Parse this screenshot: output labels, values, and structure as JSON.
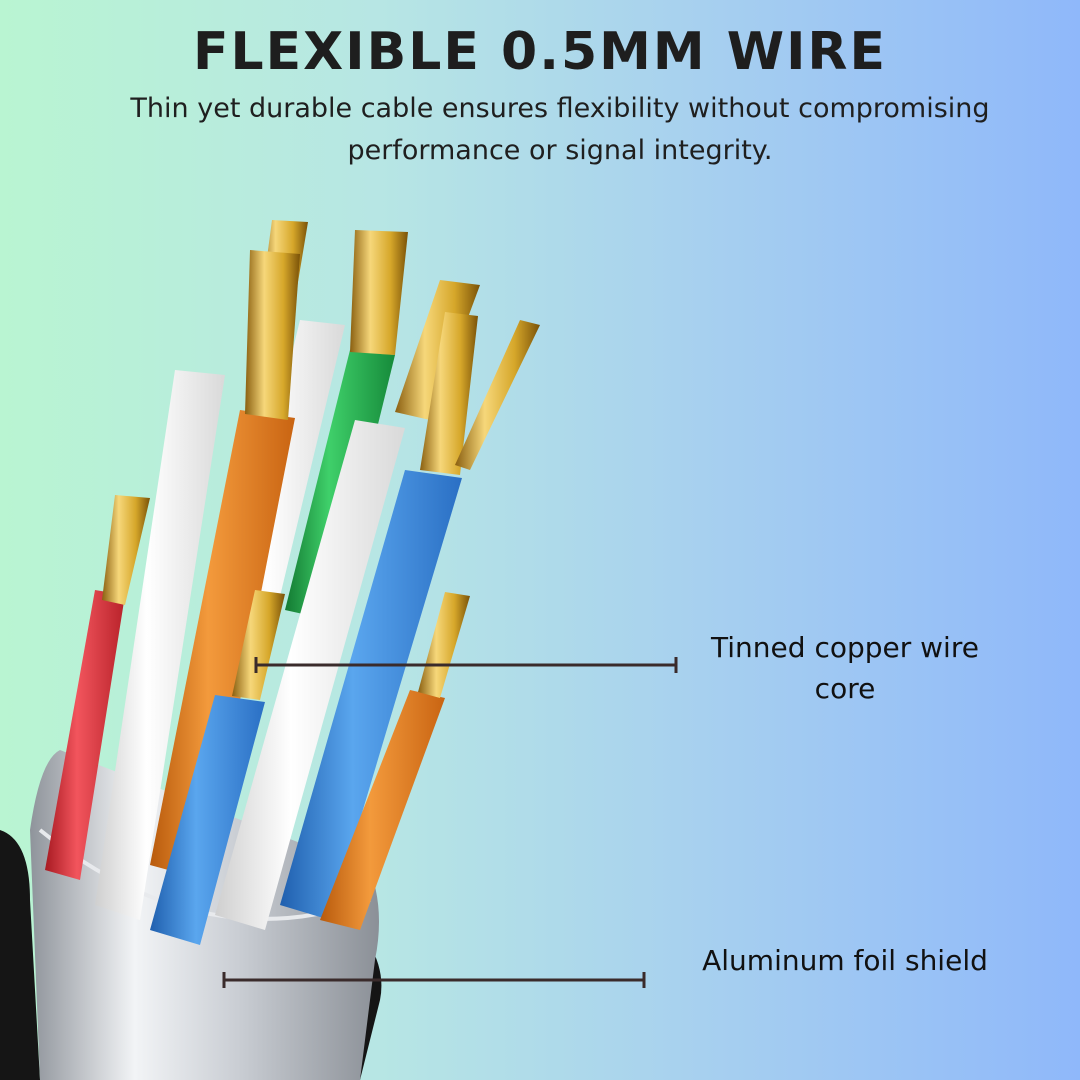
{
  "header": {
    "title": "FLEXIBLE 0.5MM WIRE",
    "subtitle": "Thin yet durable cable ensures flexibility without compromising performance or signal integrity."
  },
  "callouts": [
    {
      "label": "Tinned copper wire core"
    },
    {
      "label": "Aluminum foil shield"
    }
  ],
  "colors": {
    "background_left": "#b9f5d2",
    "background_right": "#8fb8fa",
    "wire_red": "#e0303a",
    "wire_orange": "#e87a1c",
    "wire_green": "#1fae4a",
    "wire_blue": "#2f7fd8",
    "wire_white": "#f2f2f2",
    "gold": "#d6a72a",
    "foil": "#c9cdd3"
  }
}
